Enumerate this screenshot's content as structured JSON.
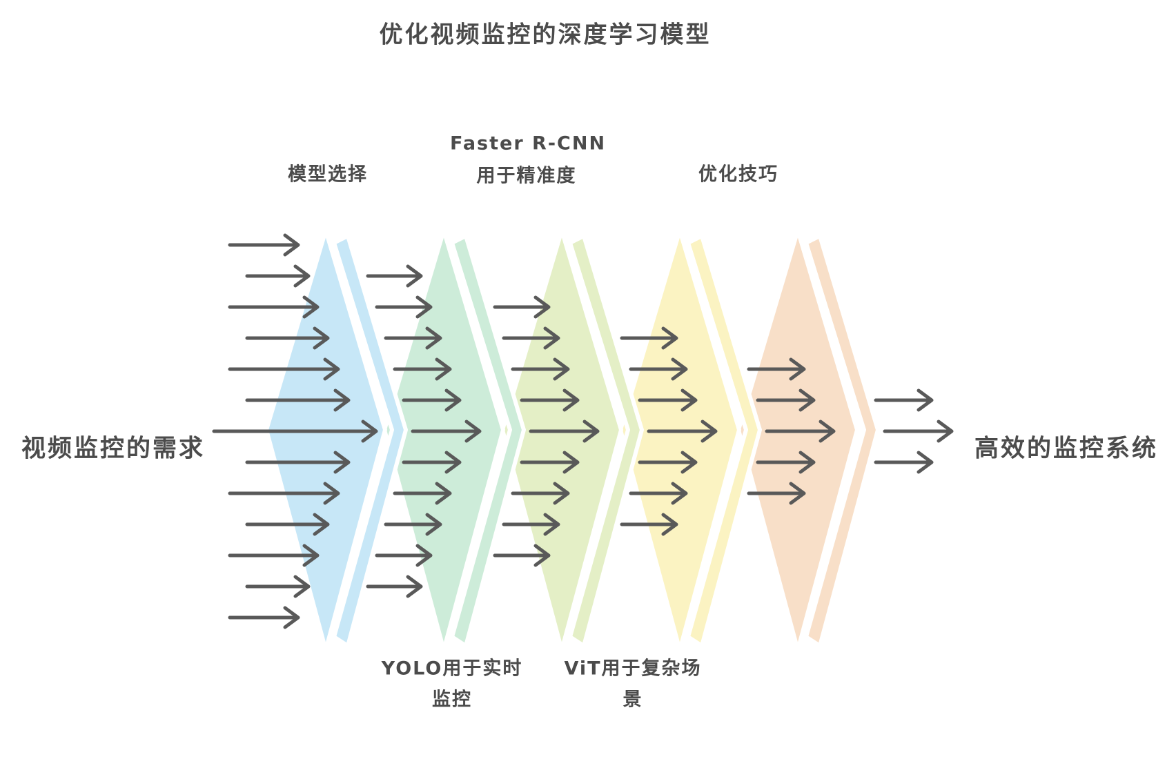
{
  "title": "优化视频监控的深度学习模型",
  "flow": {
    "input_label": "视频监控的需求",
    "output_label": "高效的监控系统",
    "top_annotations": [
      {
        "line1": "模型选择",
        "line2": ""
      },
      {
        "line1": "Faster R-CNN",
        "line2": "用于精准度"
      },
      {
        "line1": "优化技巧",
        "line2": ""
      }
    ],
    "bottom_annotations": [
      {
        "line1": "YOLO用于实时",
        "line2": "监控"
      },
      {
        "line1": "ViT用于复杂场",
        "line2": "景"
      }
    ],
    "stages": [
      {
        "id": "stage-1",
        "color": "#c7e7f7"
      },
      {
        "id": "stage-2",
        "color": "#cdecd9"
      },
      {
        "id": "stage-3",
        "color": "#e4efc6"
      },
      {
        "id": "stage-4",
        "color": "#fbf3c2"
      },
      {
        "id": "stage-5",
        "color": "#f8dfc8"
      }
    ],
    "arrow_counts": [
      13,
      11,
      9,
      7,
      5,
      3
    ],
    "colors": {
      "arrow": "#595959",
      "text": "#4b4b4b",
      "outline": "#ffffff",
      "background": "#ffffff"
    }
  }
}
